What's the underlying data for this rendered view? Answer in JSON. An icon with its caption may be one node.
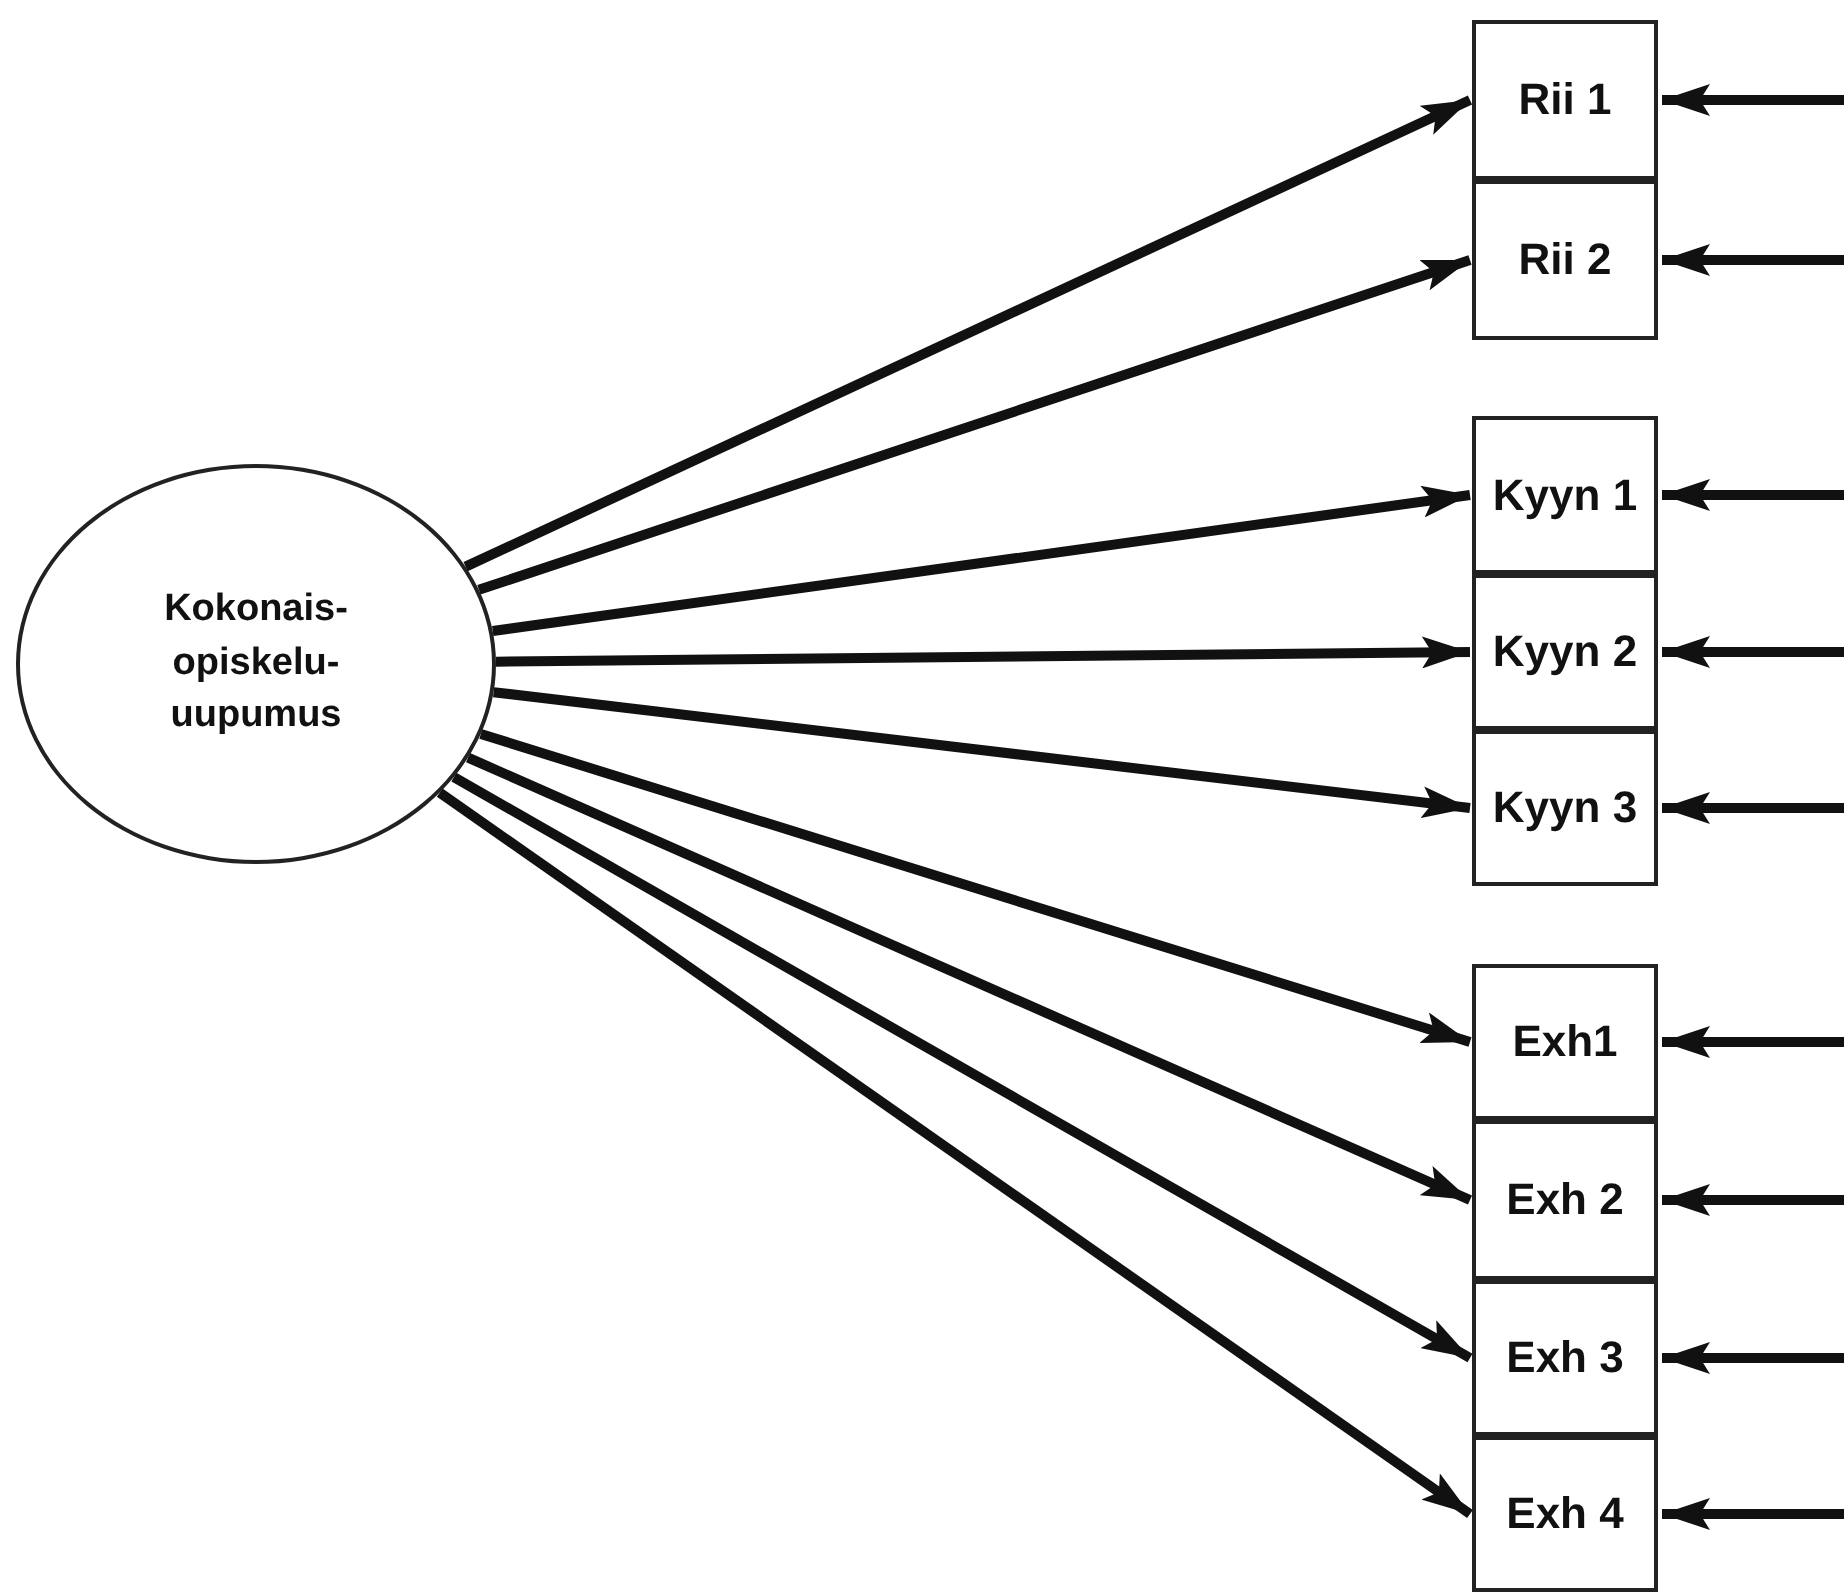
{
  "diagram": {
    "nodes": [
      {
        "text": [
          "Kokonais- opiskelu- uupumus"
        ]
      },
      {
        "text": [
          "Rii 1"
        ]
      },
      {
        "text": [
          "Rii 2"
        ]
      },
      {
        "text": [
          "Kyyn 1"
        ]
      },
      {
        "text": [
          "Kyyn 2"
        ]
      },
      {
        "text": [
          "Kyyn 3"
        ]
      },
      {
        "text": [
          "Exh1"
        ]
      },
      {
        "text": [
          "Exh 2"
        ]
      },
      {
        "text": [
          "Exh 3"
        ]
      },
      {
        "text": [
          "Exh 4"
        ]
      }
    ],
    "edges": [
      {
        "from": 0,
        "to": 1,
        "arrow": "to"
      },
      {
        "from": 0,
        "to": 2,
        "arrow": "to"
      },
      {
        "from": 0,
        "to": 3,
        "arrow": "to"
      },
      {
        "from": 0,
        "to": 4,
        "arrow": "to"
      },
      {
        "from": 0,
        "to": 5,
        "arrow": "to"
      },
      {
        "from": 0,
        "to": 6,
        "arrow": "to"
      },
      {
        "from": 0,
        "to": 7,
        "arrow": "to"
      },
      {
        "from": 0,
        "to": 8,
        "arrow": "to"
      },
      {
        "from": 0,
        "to": 9,
        "arrow": "to"
      },
      {
        "from": null,
        "to": 1,
        "arrow": "to"
      },
      {
        "from": null,
        "to": 2,
        "arrow": "to"
      },
      {
        "from": null,
        "to": 3,
        "arrow": "to"
      },
      {
        "from": null,
        "to": 4,
        "arrow": "to"
      },
      {
        "from": null,
        "to": 5,
        "arrow": "to"
      },
      {
        "from": null,
        "to": 6,
        "arrow": "to"
      },
      {
        "from": null,
        "to": 7,
        "arrow": "to"
      },
      {
        "from": null,
        "to": 8,
        "arrow": "to"
      },
      {
        "from": null,
        "to": 9,
        "arrow": "to"
      }
    ]
  }
}
